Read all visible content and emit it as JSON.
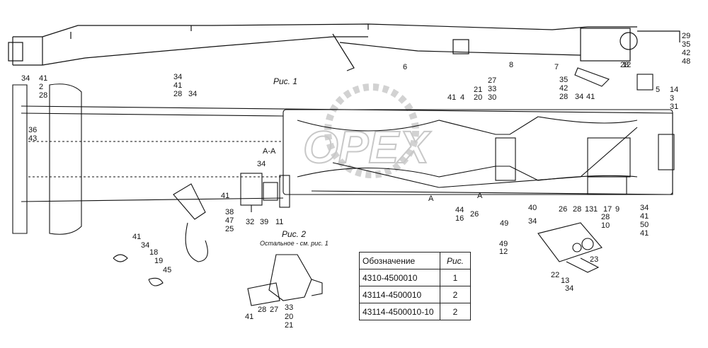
{
  "watermark": "OPEX",
  "figures": {
    "fig1_caption": "Рис. 1",
    "section_label": "А-А",
    "fig2_caption": "Рис. 2",
    "fig2_note": "Остальное - см. рис. 1",
    "section_mark_a": "А"
  },
  "callouts": [
    "29",
    "35",
    "42",
    "48",
    "6",
    "8",
    "7",
    "28",
    "34",
    "41",
    "2",
    "28",
    "34",
    "41",
    "28",
    "34",
    "41",
    "4",
    "21",
    "20",
    "27",
    "33",
    "30",
    "35",
    "42",
    "28",
    "34",
    "41",
    "12",
    "5",
    "14",
    "3",
    "31",
    "36",
    "43",
    "34",
    "41",
    "38",
    "47",
    "25",
    "32",
    "39",
    "11",
    "44",
    "16",
    "26",
    "40",
    "26",
    "28",
    "13",
    "1",
    "17",
    "9",
    "28",
    "10",
    "34",
    "41",
    "50",
    "41",
    "49",
    "34",
    "49",
    "12",
    "41",
    "34",
    "18",
    "19",
    "45",
    "23",
    "22",
    "13",
    "34",
    "41",
    "28",
    "27",
    "33",
    "20",
    "21",
    "30",
    "35",
    "42"
  ],
  "table": {
    "headers": [
      "Обозначение",
      "Рис."
    ],
    "rows": [
      [
        "4310-4500010",
        "1"
      ],
      [
        "43114-4500010",
        "2"
      ],
      [
        "43114-4500010-10",
        "2"
      ]
    ]
  }
}
